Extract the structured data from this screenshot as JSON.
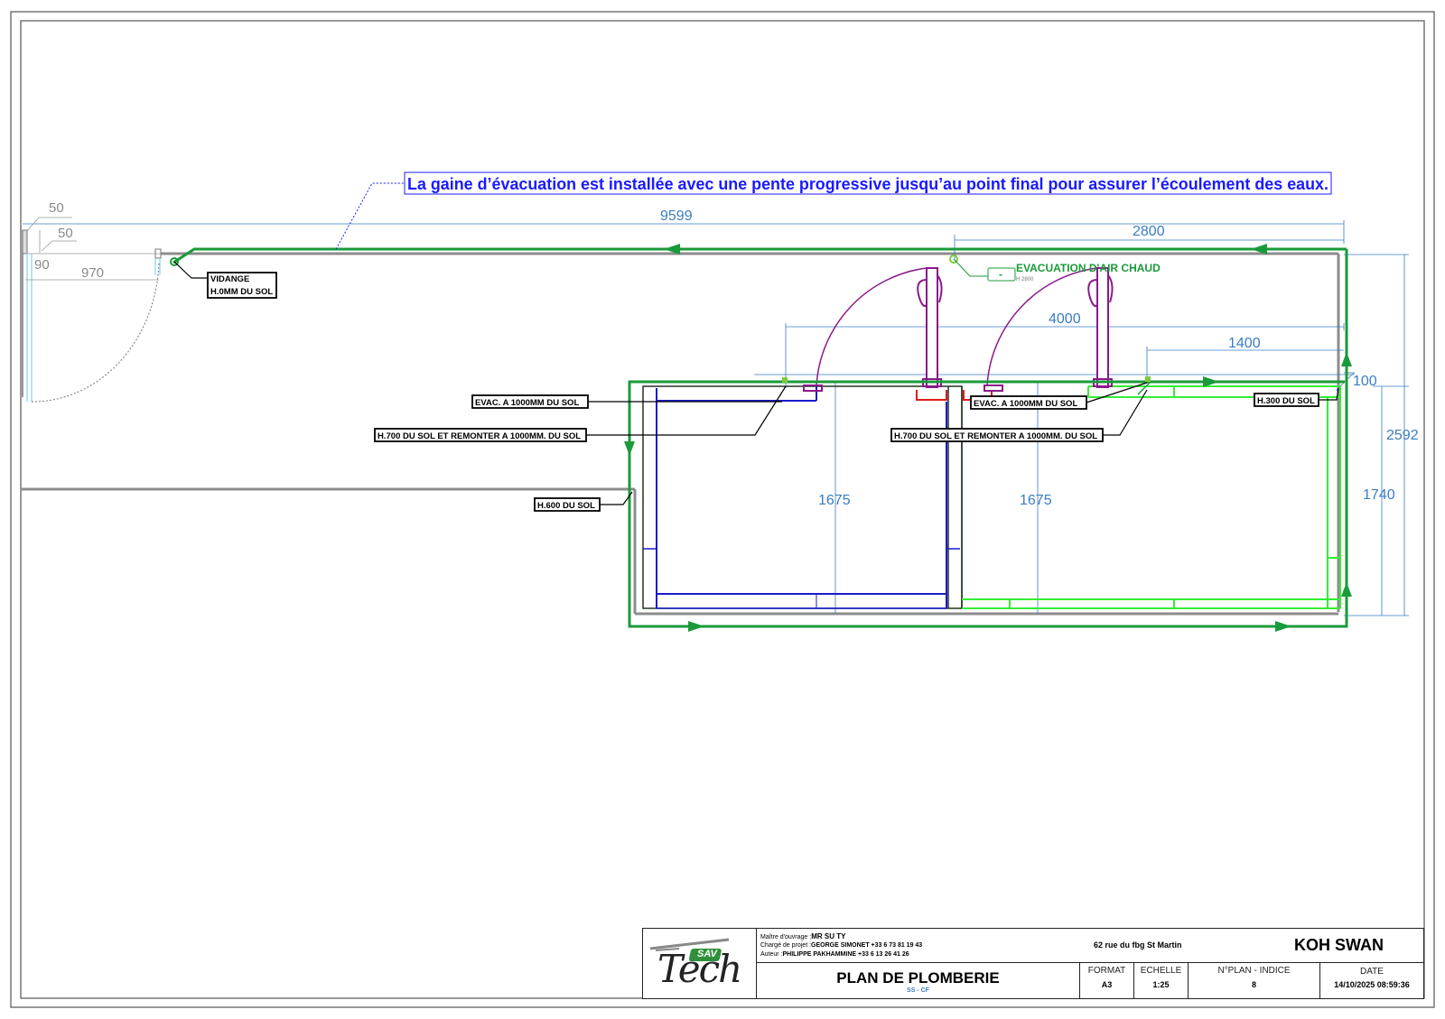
{
  "note": "La gaine d’évacuation est installée avec une pente progressive jusqu’au point final pour assurer l’écoulement des eaux.",
  "dimensions": {
    "d50a": "50",
    "d50b": "50",
    "d90": "90",
    "d970": "970",
    "d9599": "9599",
    "d2800": "2800",
    "d4000": "4000",
    "d1400": "1400",
    "d100": "100",
    "d2592": "2592",
    "d1740": "1740",
    "d1675a": "1675",
    "d1675b": "1675"
  },
  "labels": {
    "vidange_l1": "VIDANGE",
    "vidange_l2": "H.0MM DU SOL",
    "evac_left": "EVAC.  A 1000MM DU SOL",
    "h700_left": "H.700 DU SOL ET REMONTER A 1000MM. DU SOL",
    "h600": "H.600 DU SOL",
    "evac_right": "EVAC.  A 1000MM DU SOL",
    "h700_right": "H.700 DU SOL ET REMONTER A 1000MM. DU SOL",
    "h300": "H.300 DU SOL",
    "evac_air": "EVACUATION D'AIR CHAUD",
    "evac_air_h": "H 2800",
    "evac_air_box": "-"
  },
  "colors": {
    "frame": "#555555",
    "green_pipe": "#1a9a3a",
    "light_green": "#33ee33",
    "blue": "#1a1acc",
    "purple": "#8a1a8a",
    "red": "#e01a1a",
    "dim_blue": "#3a7cc4",
    "wall_gray": "#8c8c8c"
  },
  "title_block": {
    "logo_sav": "SAV",
    "logo_tech": "Tech",
    "owner_label": "Maître d'ouvrage :",
    "owner": "MR SU TY",
    "pm_label": "Chargé de projet :",
    "pm": "GEORGE SIMONET +33 6 73 81 19 43",
    "author_label": "Auteur :",
    "author": "PHILIPPE PAKHAMMINE +33 6 13 26 41 26",
    "address": "62 rue du fbg St Martin",
    "project": "KOH SWAN",
    "plan_title": "PLAN DE PLOMBERIE",
    "plan_sub": "SS - CF",
    "format_label": "FORMAT",
    "format": "A3",
    "echelle_label": "ECHELLE",
    "echelle": "1:25",
    "nplan_label": "N°PLAN - INDICE",
    "nplan": "8",
    "date_label": "DATE",
    "date": "14/10/2025 08:59:36"
  }
}
